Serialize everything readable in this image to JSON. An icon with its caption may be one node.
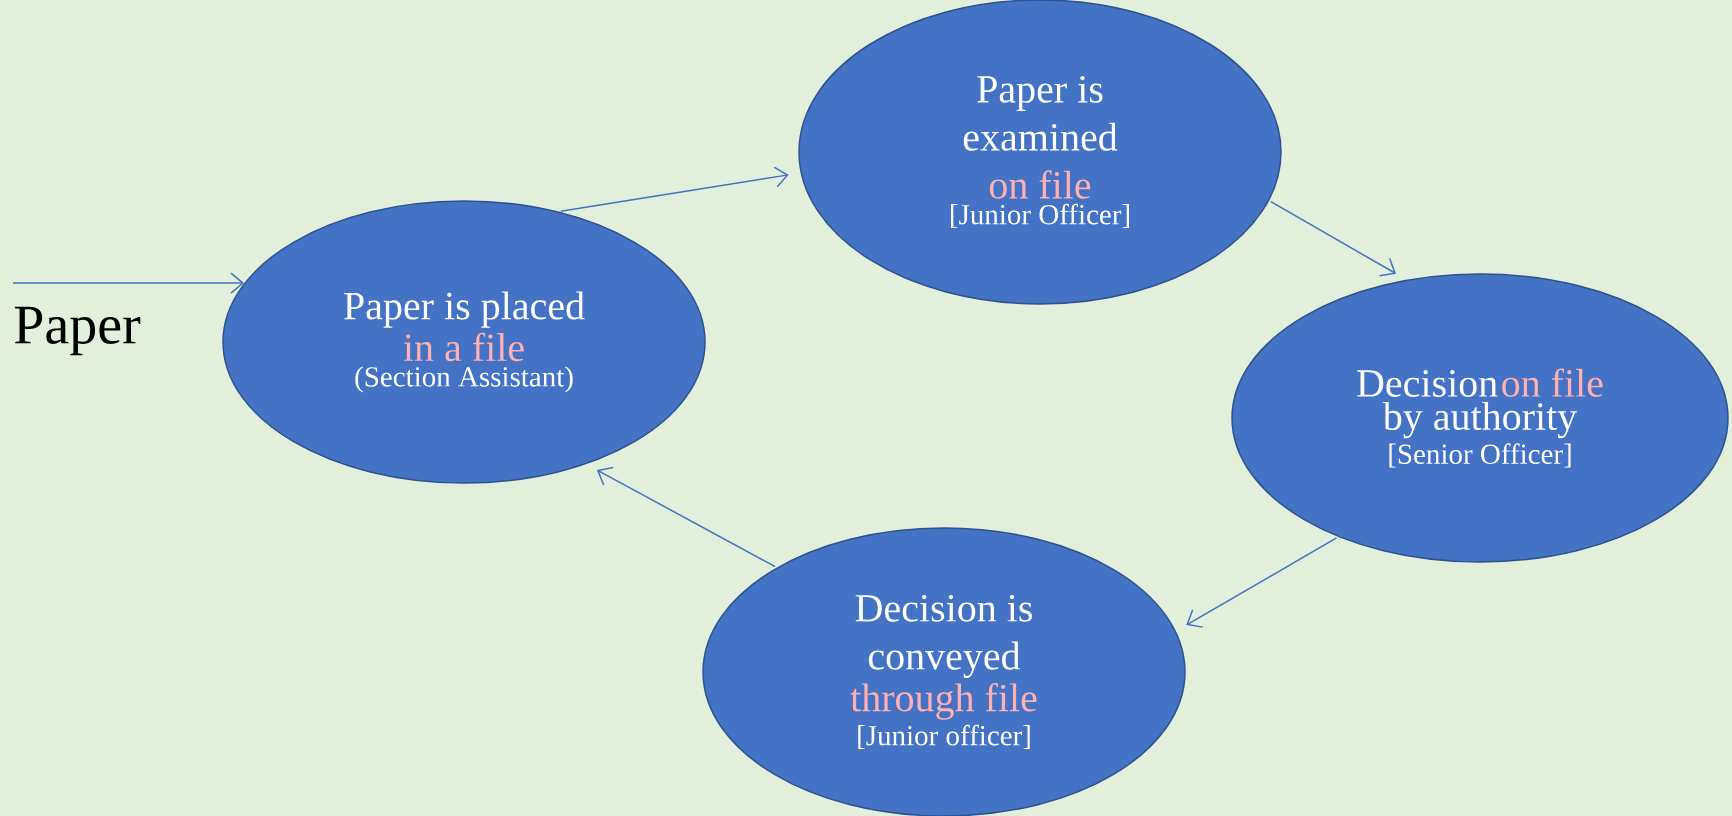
{
  "diagram": {
    "nodes": [
      {
        "text": [
          "Paper"
        ]
      },
      {
        "text": [
          "Paper is placed",
          "in a file",
          "(Section Assistant)"
        ]
      },
      {
        "text": [
          "Paper is examined",
          "on file",
          "[Junior Officer]"
        ]
      },
      {
        "text": [
          "Decision",
          "on file",
          "by authority",
          "[Senior Officer]"
        ]
      },
      {
        "text": [
          "Decision is conveyed",
          "through file",
          "[Junior officer]"
        ]
      }
    ],
    "edges": [
      {
        "from": 0,
        "to": 1,
        "arrow": "to"
      },
      {
        "from": 1,
        "to": 2,
        "arrow": "to"
      },
      {
        "from": 2,
        "to": 3,
        "arrow": "to"
      },
      {
        "from": 3,
        "to": 4,
        "arrow": "to"
      },
      {
        "from": 4,
        "to": 1,
        "arrow": "to"
      }
    ]
  }
}
